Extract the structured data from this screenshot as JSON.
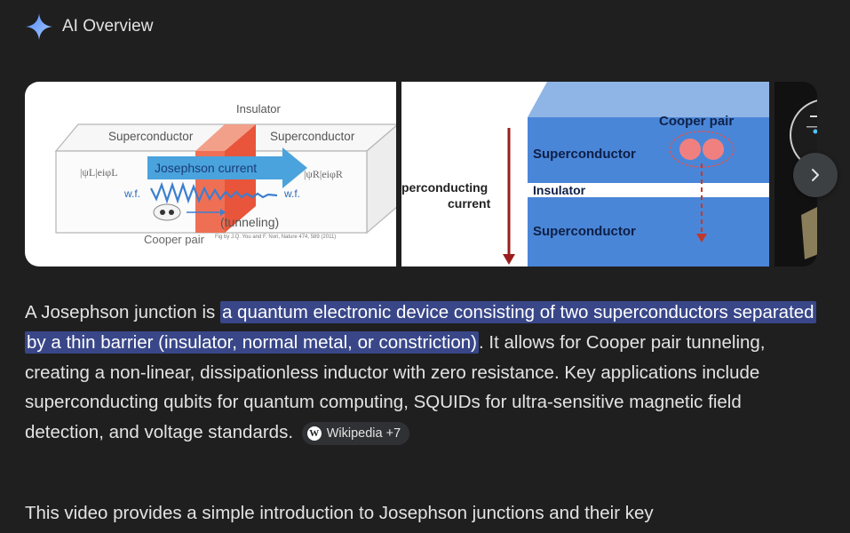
{
  "header": {
    "title": "AI Overview"
  },
  "images": {
    "first": {
      "insulator": "Insulator",
      "superconductor_left": "Superconductor",
      "superconductor_right": "Superconductor",
      "josephson_current": "Josephson current",
      "psi_left": "|ψL|eiφL",
      "psi_right": "|ψR|eiφR",
      "wf_left": "w.f.",
      "wf_right": "w.f.",
      "tunneling": "(tunneling)",
      "cooper_pair": "Cooper pair",
      "credit": "Fig by J.Q. You and F. Nori, Nature 474, 589 (2011)"
    },
    "second": {
      "current_line1": "perconducting",
      "current_line2": "current",
      "cooper_pair": "Cooper pair",
      "superconductor_top": "Superconductor",
      "insulator": "Insulator",
      "superconductor_bottom": "Superconductor"
    }
  },
  "carousel": {
    "next_icon": "chevron-right-icon"
  },
  "paragraph1": {
    "before": "A Josephson junction is ",
    "highlight": "a quantum electronic device consisting of two superconductors separated by a thin barrier (insulator, normal metal, or constriction)",
    "after": ". It allows for Cooper pair tunneling, creating a non-linear, dissipationless inductor with zero resistance. Key applications include superconducting qubits for quantum computing, SQUIDs for ultra-sensitive magnetic field detection, and voltage standards.",
    "source_chip": {
      "icon": "W",
      "label": "Wikipedia +7"
    }
  },
  "paragraph2": {
    "text": "This video provides a simple introduction to Josephson junctions and their key"
  },
  "colors": {
    "background": "#1f1f1f",
    "highlight": "#394789",
    "spark": "#8ab4f8"
  }
}
